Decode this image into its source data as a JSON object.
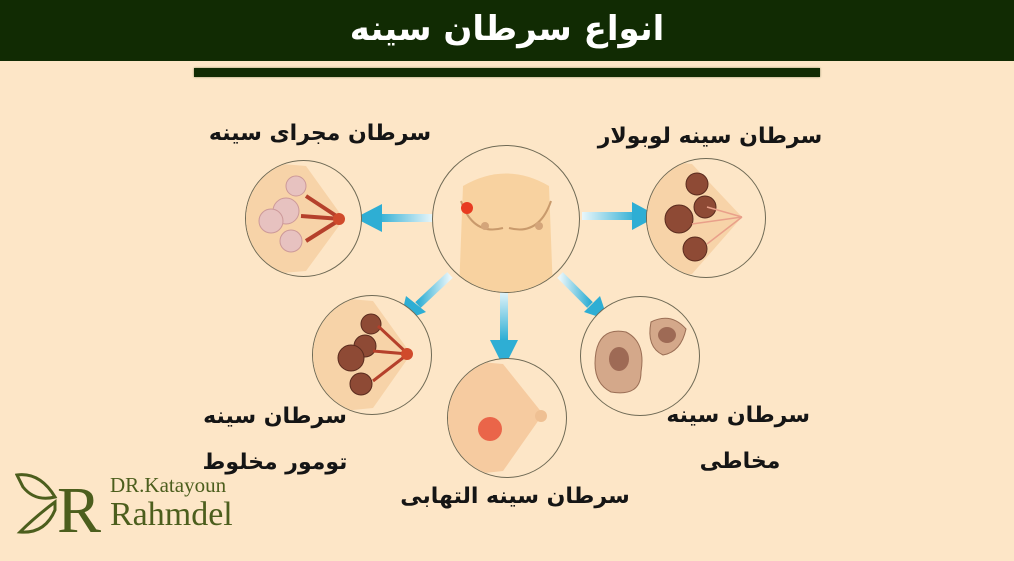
{
  "header": {
    "title": "انواع سرطان سینه",
    "background": "#112b03"
  },
  "diagram": {
    "center": {
      "label": "",
      "description": "torso with red spot"
    },
    "types": [
      {
        "id": "ductal",
        "label": "سرطان مجرای سینه"
      },
      {
        "id": "lobular",
        "label": "سرطان سینه لوبولار"
      },
      {
        "id": "mixed",
        "label_line1": "سرطان سینه",
        "label_line2": "تومور مخلوط"
      },
      {
        "id": "inflammatory",
        "label": "سرطان سینه التهابی"
      },
      {
        "id": "mucinous",
        "label_line1": "سرطان سینه",
        "label_line2": "مخاطی"
      }
    ],
    "arrow_color": "#3bb3d6",
    "background": "#fde6c7"
  },
  "logo": {
    "line1": "DR.Katayoun",
    "line2": "Rahmdel",
    "color": "#4c5e1d"
  }
}
